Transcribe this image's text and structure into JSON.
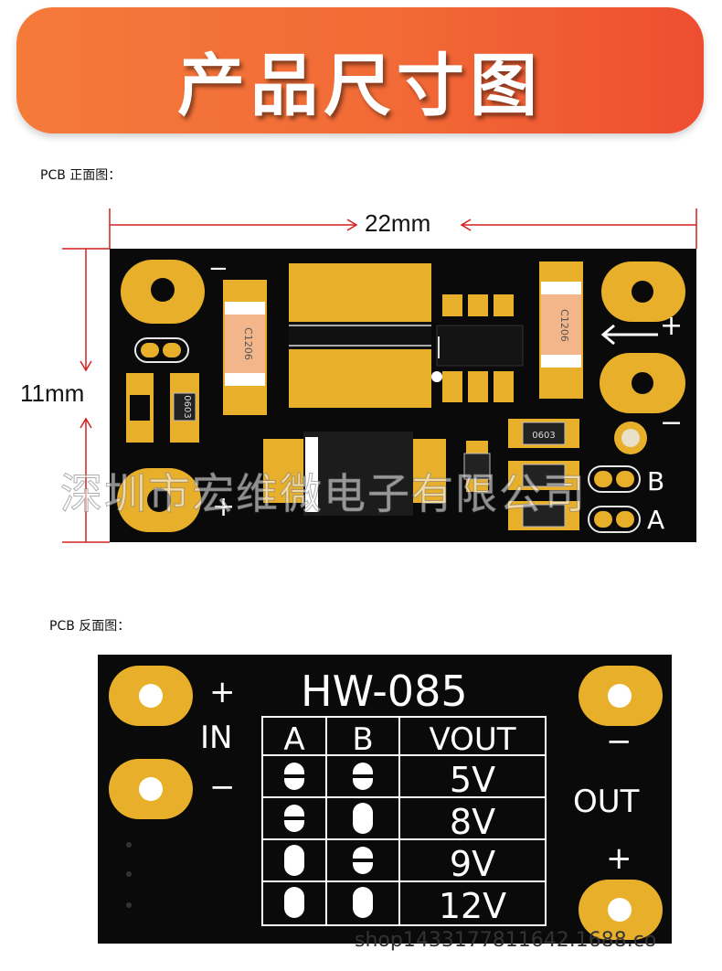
{
  "banner": {
    "title": "产品尺寸图"
  },
  "front": {
    "label": "PCB 正面图：",
    "width_dim": "22mm",
    "height_dim": "11mm",
    "silk_minus_top": "−",
    "silk_plus_right": "+",
    "silk_minus_right": "−",
    "silk_plus_left": "+",
    "silk_b": "B",
    "silk_a": "A",
    "cap1": "C1206",
    "cap2": "C1206",
    "res_0603": "0603",
    "colors": {
      "board": "#0a0a0a",
      "pad": "#e8b02a",
      "cap": "#f3b68a",
      "dim_line": "#d42020"
    }
  },
  "watermark": "深圳市宏维微电子有限公司",
  "back": {
    "label": "PCB 反面图：",
    "model": "HW-085",
    "in_plus": "+",
    "in_label": "IN",
    "in_minus": "−",
    "out_minus": "−",
    "out_label": "OUT",
    "out_plus": "+",
    "table": {
      "headers": [
        "A",
        "B",
        "VOUT"
      ],
      "rows": [
        {
          "vout": "5V"
        },
        {
          "vout": "8V"
        },
        {
          "vout": "9V"
        },
        {
          "vout": "12V"
        }
      ]
    }
  },
  "shop_url": "shop1433177811642.1688.co"
}
